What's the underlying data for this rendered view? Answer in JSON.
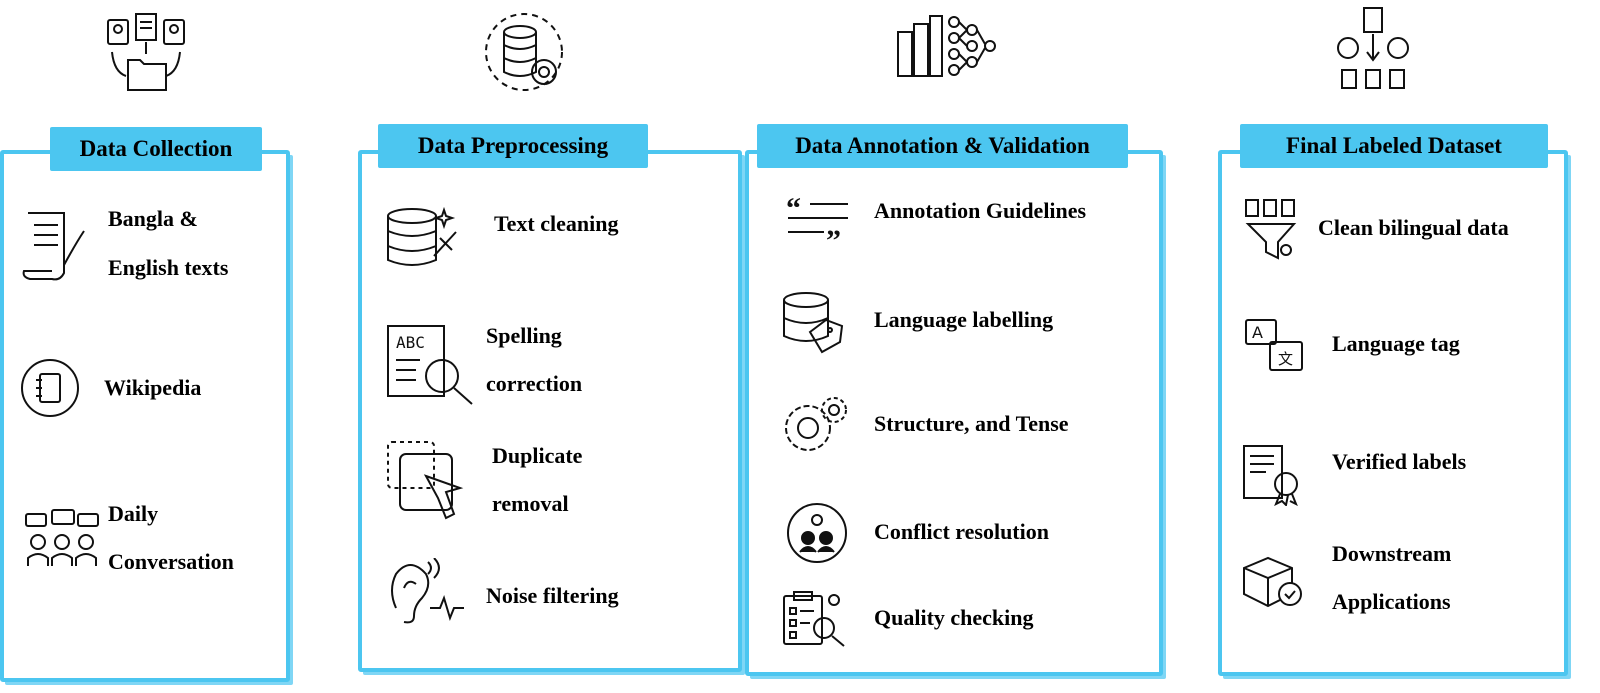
{
  "accent_color": "#4cc6f0",
  "stages": [
    {
      "title": "Data Collection",
      "items": [
        "Bangla &",
        "English texts",
        "Wikipedia",
        "Daily",
        "Conversation"
      ],
      "icons": [
        "user-document-folder-icon",
        "scroll-quill-icon",
        "notebook-icon",
        "group-chat-icon"
      ]
    },
    {
      "title": "Data Preprocessing",
      "items": [
        "Text cleaning",
        "Spelling",
        "correction",
        "Duplicate",
        "removal",
        "Noise filtering"
      ],
      "icons": [
        "database-gear-icon",
        "database-clean-icon",
        "abc-magnifier-icon",
        "duplicate-cursor-icon",
        "ear-sound-icon"
      ]
    },
    {
      "title": "Data Annotation & Validation",
      "items": [
        "Annotation Guidelines",
        "Language labelling",
        "Structure, and Tense",
        "Conflict resolution",
        "Quality checking"
      ],
      "icons": [
        "data-network-icon",
        "quote-lines-icon",
        "database-tag-icon",
        "gears-icon",
        "people-idea-icon",
        "checklist-magnifier-icon"
      ]
    },
    {
      "title": "Final Labeled Dataset",
      "items": [
        "Clean bilingual data",
        "Language tag",
        "Verified labels",
        "Downstream",
        "Applications"
      ],
      "icons": [
        "gears-documents-icon",
        "funnel-documents-icon",
        "translate-icon",
        "certificate-icon",
        "package-check-icon"
      ]
    }
  ]
}
